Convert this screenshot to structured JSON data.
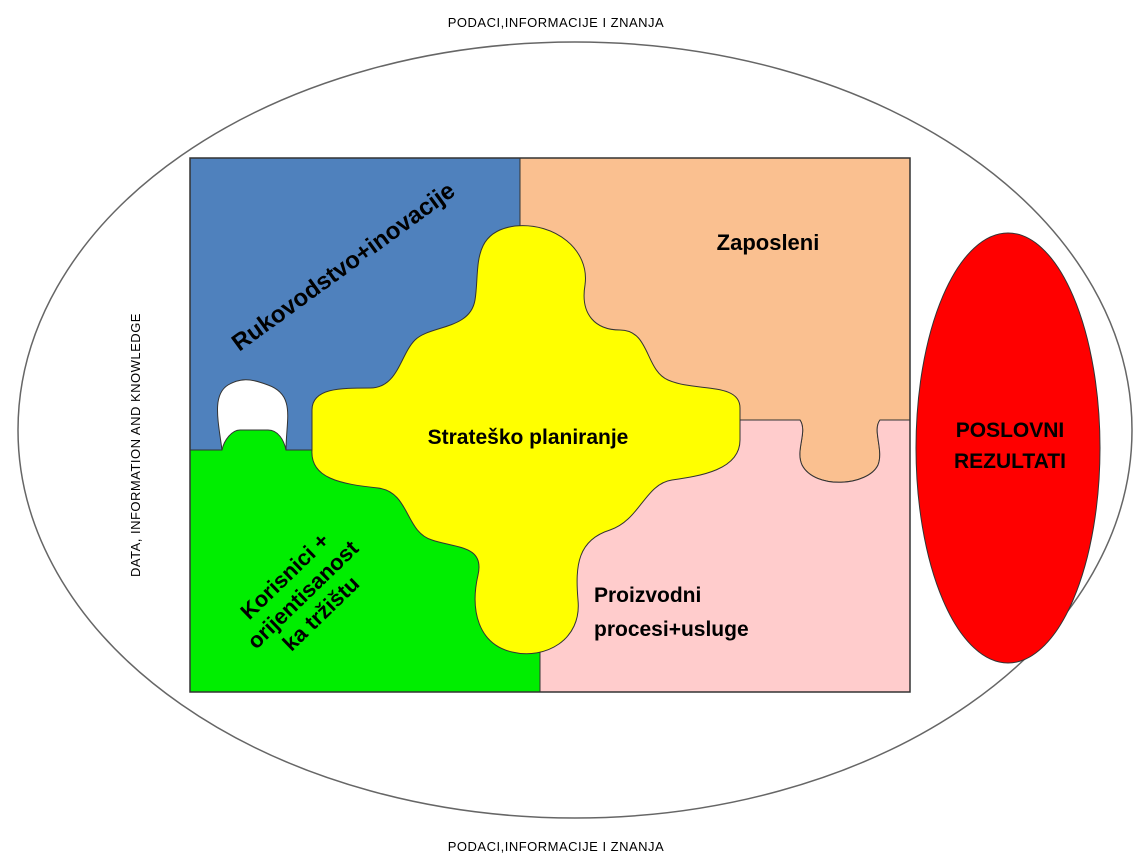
{
  "labels": {
    "top": "PODACI,INFORMACIJE  I ZNANJA",
    "bottom": "PODACI,INFORMACIJE  I ZNANJA",
    "left": "DATA, INFORMATION  AND  KNOWLEDGE"
  },
  "pieces": {
    "leadership": "Rukovodstvo+inovacije",
    "employees": "Zaposleni",
    "strategy": "Strateško planiranje",
    "customers": [
      "Korisnici +",
      "orijentisanost",
      "ka tržištu"
    ],
    "processes": [
      "Proizvodni",
      "procesi+usluge"
    ],
    "results": [
      "POSLOVNI",
      "REZULTATI"
    ]
  },
  "colors": {
    "leadership": "#4f81bd",
    "employees": "#fac090",
    "customers": "#00ee00",
    "processes": "#ffcccc",
    "strategy": "#ffff00",
    "results": "#ff0000"
  }
}
